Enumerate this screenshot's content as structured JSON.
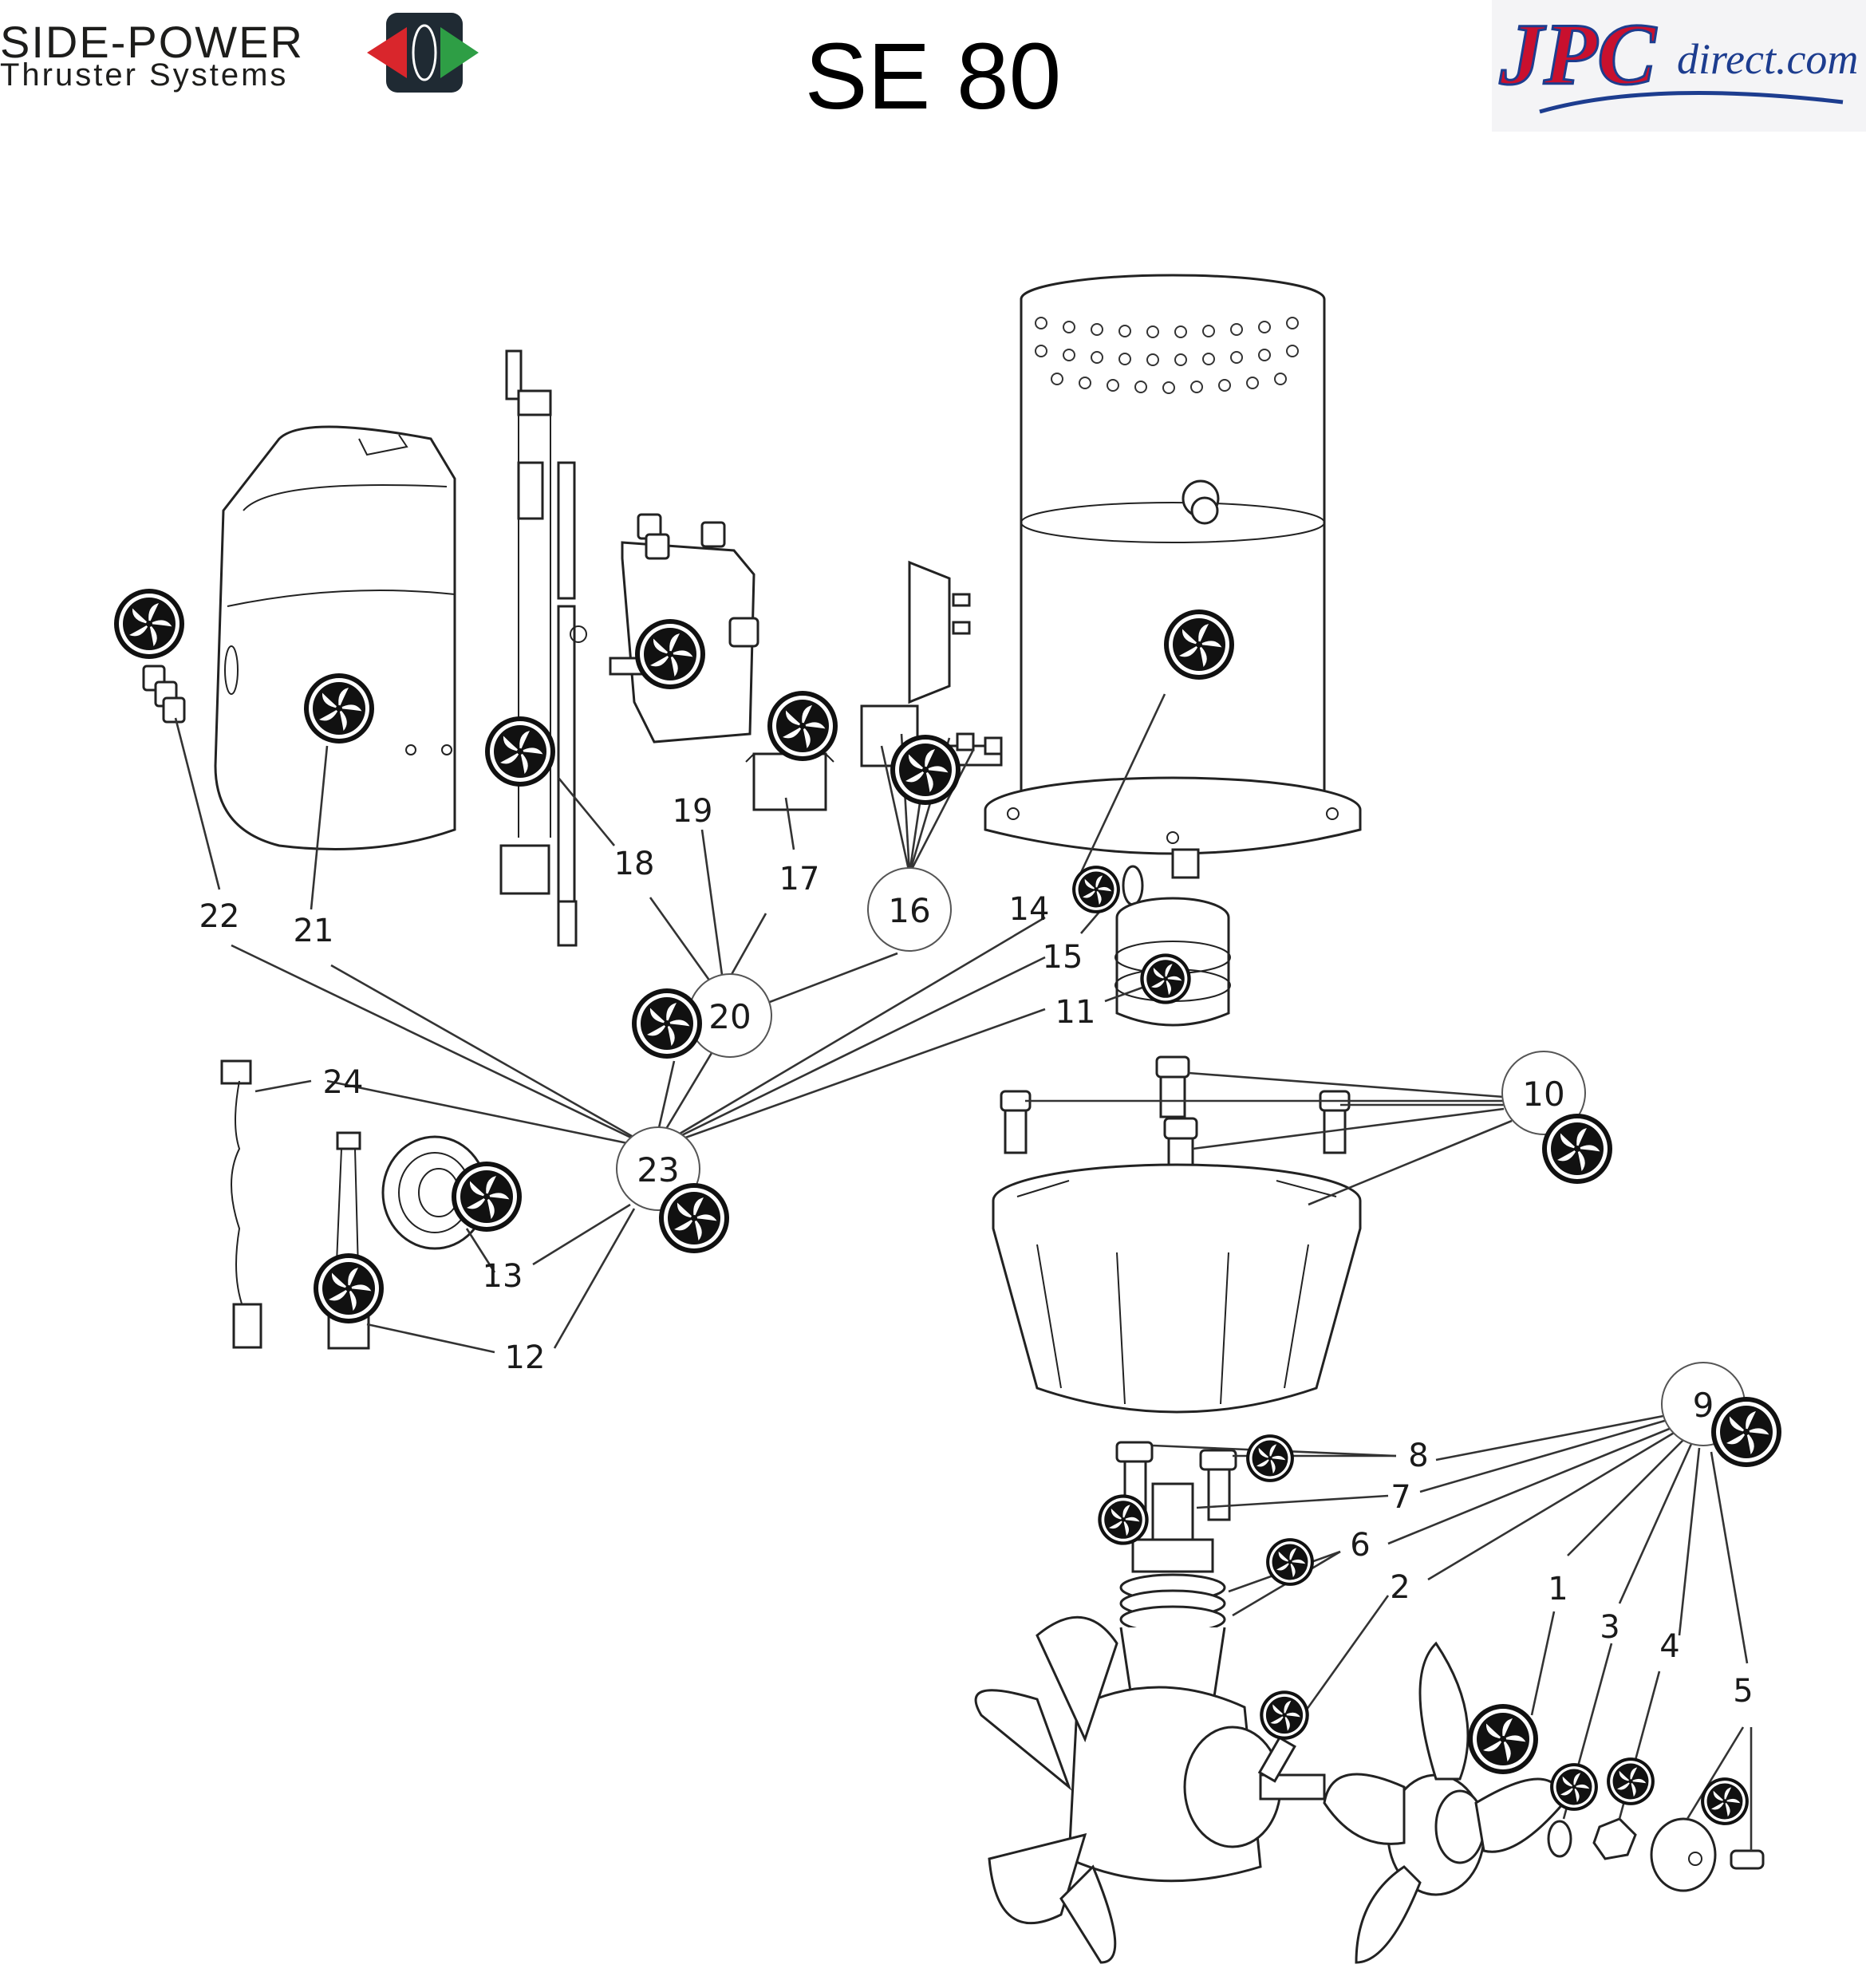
{
  "header": {
    "brand_left_line1": "SIDE-POWER",
    "brand_left_line2": "Thruster Systems",
    "title": "SE 80",
    "brand_right_main": "JPC",
    "brand_right_sub": "direct.com"
  },
  "colors": {
    "side_power_red": "#d9262c",
    "side_power_green": "#2e9e45",
    "side_power_dark": "#1f2a33",
    "jpc_red": "#c8102e",
    "jpc_blue": "#1d3d8f",
    "marker_black": "#111111"
  },
  "callouts": {
    "c1": "1",
    "c2": "2",
    "c3": "3",
    "c4": "4",
    "c5": "5",
    "c6": "6",
    "c7": "7",
    "c8": "8",
    "c9": "9",
    "c10": "10",
    "c11": "11",
    "c12": "12",
    "c13": "13",
    "c14": "14",
    "c15": "15",
    "c16": "16",
    "c17": "17",
    "c18": "18",
    "c19": "19",
    "c20": "20",
    "c21": "21",
    "c22": "22",
    "c23": "23",
    "c24": "24"
  },
  "marker_icon": "pinwheel-icon"
}
